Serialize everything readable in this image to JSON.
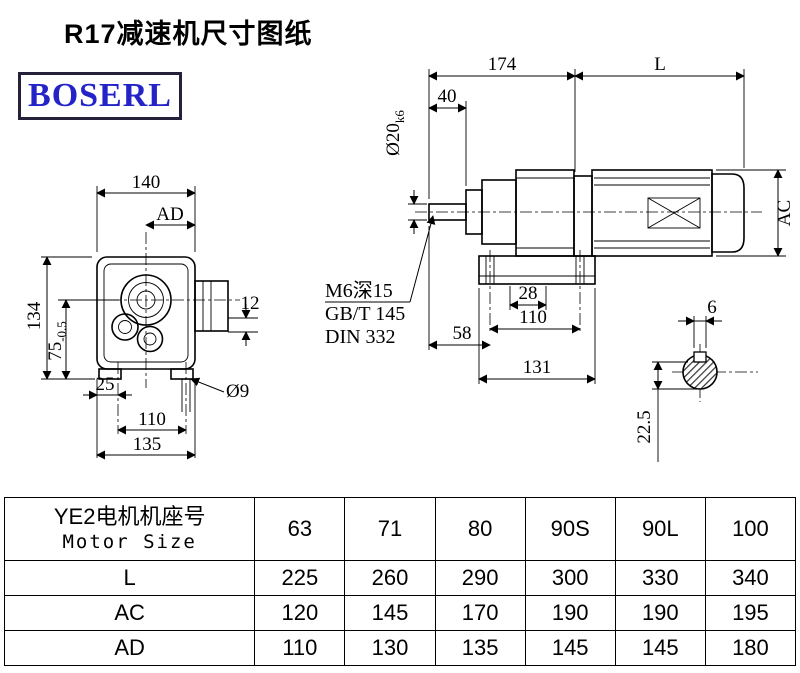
{
  "header": {
    "title": "R17减速机尺寸图纸",
    "logo": "BOSERL"
  },
  "left_view": {
    "dim_width": "140",
    "dim_ad": "AD",
    "dim_height": "134",
    "dim_shaft_height": "75",
    "dim_shaft_height_tol": "-0.5",
    "dim_12": "12",
    "dim_25": "25",
    "dim_foot_spacing": "110",
    "dim_overall_width": "135",
    "dim_hole": "Ø9"
  },
  "right_view": {
    "dim_174": "174",
    "dim_l": "L",
    "dim_40": "40",
    "dim_shaft_dia": "Ø20",
    "dim_shaft_fit": "k6",
    "dim_ac": "AC",
    "note_line1": "M6深15",
    "note_line2": "GB/T 145",
    "note_line3": "DIN 332",
    "dim_28": "28",
    "dim_58": "58",
    "dim_110": "110",
    "dim_131": "131",
    "dim_key_width": "6",
    "dim_key_height": "22.5"
  },
  "table": {
    "header_cn": "YE2电机机座号",
    "header_en": "Motor Size",
    "sizes": [
      "63",
      "71",
      "80",
      "90S",
      "90L",
      "100"
    ],
    "rows": [
      {
        "label": "L",
        "values": [
          "225",
          "260",
          "290",
          "300",
          "330",
          "340"
        ]
      },
      {
        "label": "AC",
        "values": [
          "120",
          "145",
          "170",
          "190",
          "190",
          "195"
        ]
      },
      {
        "label": "AD",
        "values": [
          "110",
          "130",
          "135",
          "145",
          "145",
          "180"
        ]
      }
    ]
  }
}
